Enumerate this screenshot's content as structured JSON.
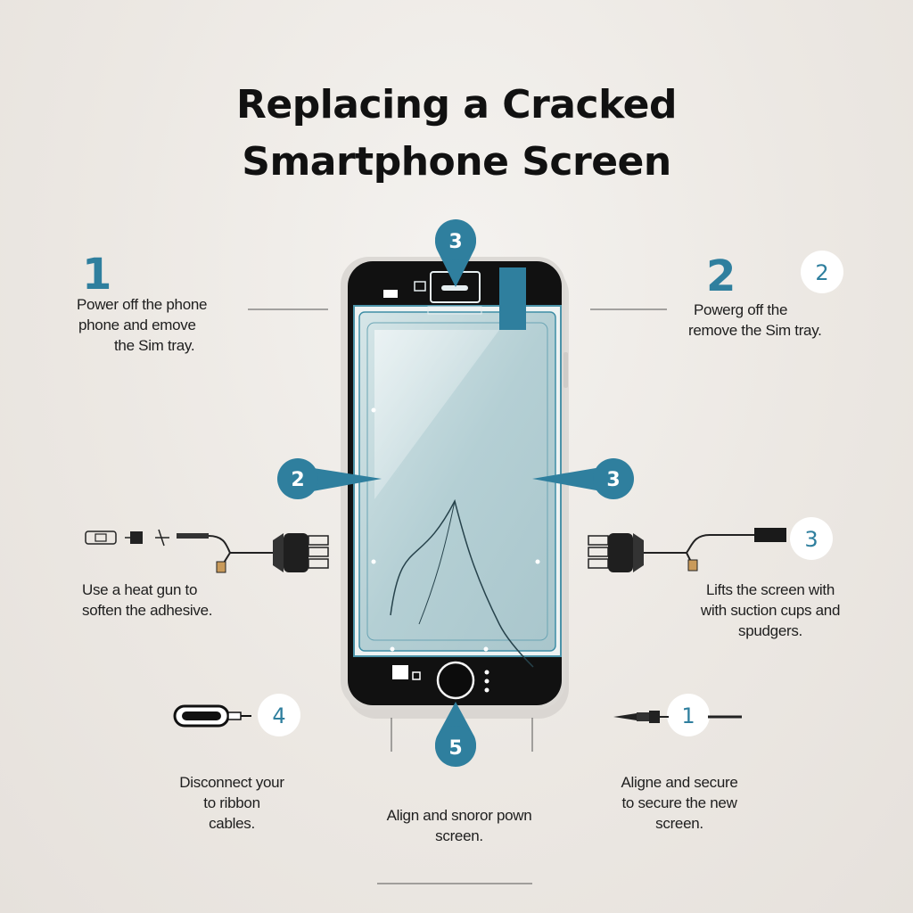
{
  "title": {
    "line1": "Replacing a Cracked",
    "line2": "Smartphone Screen"
  },
  "colors": {
    "accent": "#2f7f9e",
    "phone_body": "#111111",
    "screen": "#b7d3d8",
    "screen_border": "#3f8ea6",
    "badge_white": "#ffffff",
    "background": "#ece8e3"
  },
  "badges": {
    "top_pin": "3",
    "left_screen": "2",
    "right_screen": "3",
    "bottom_pin": "5",
    "top_right": "2",
    "right_mid": "3",
    "left_lower": "4",
    "right_lower": "1"
  },
  "steps": {
    "top_left": {
      "number": "1",
      "lines": [
        "Power off the phone",
        "phone and emove",
        "the Sim tray."
      ]
    },
    "top_right": {
      "number": "2",
      "lines": [
        "Powerg off the",
        "remove the Sim tray."
      ]
    },
    "mid_left": {
      "lines": [
        "Use a heat gun to",
        "soften the adhesive."
      ]
    },
    "mid_right": {
      "lines": [
        "Lifts the screen with",
        "with suction cups and",
        "spudgers."
      ]
    },
    "bottom_left": {
      "lines": [
        "Disconnect your",
        "to ribbon",
        "cables."
      ]
    },
    "bottom_center": {
      "lines": [
        "Align and snoror pown",
        "screen."
      ]
    },
    "bottom_right": {
      "lines": [
        "Aligne and secure",
        "to secure the new",
        "screen."
      ]
    }
  },
  "icons": {
    "left_tools": "connector-cable-icon",
    "right_tools": "connector-cable-icon",
    "left_lower_tool": "battery-connector-icon",
    "right_lower_tool": "soldering-iron-icon"
  }
}
